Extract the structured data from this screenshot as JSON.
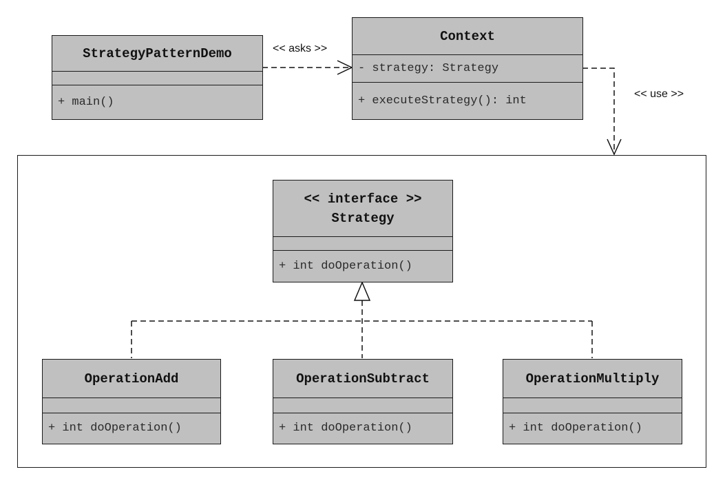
{
  "classes": {
    "demo": {
      "name": "StrategyPatternDemo",
      "attrs": "",
      "ops": "+ main()"
    },
    "context": {
      "name": "Context",
      "attrs": "- strategy: Strategy",
      "ops": "+ executeStrategy(): int"
    },
    "strategy": {
      "stereotype": "<< interface >>",
      "name": "Strategy",
      "attrs": "",
      "ops": "+ int doOperation()"
    },
    "add": {
      "name": "OperationAdd",
      "attrs": "",
      "ops": "+ int doOperation()"
    },
    "subtract": {
      "name": "OperationSubtract",
      "attrs": "",
      "ops": "+ int doOperation()"
    },
    "multiply": {
      "name": "OperationMultiply",
      "attrs": "",
      "ops": "+ int doOperation()"
    }
  },
  "relations": {
    "asks": "<< asks >>",
    "use": "<< use >>"
  }
}
